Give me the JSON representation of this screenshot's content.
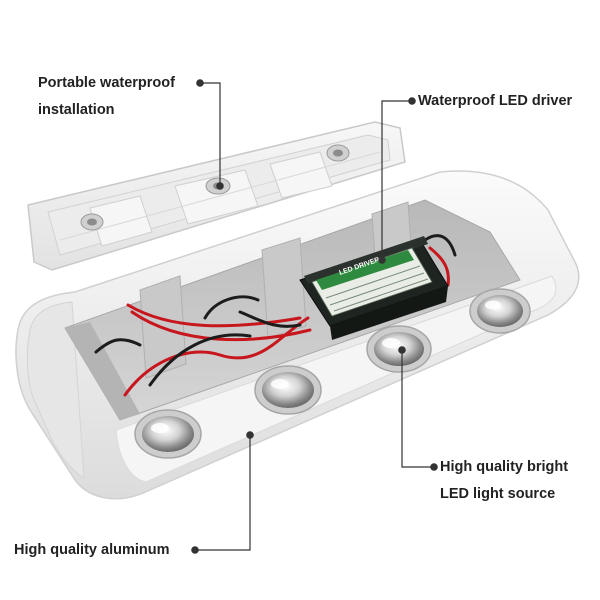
{
  "callouts": {
    "installation": {
      "line1": "Portable waterproof",
      "line2": "installation"
    },
    "driver": {
      "label": "Waterproof LED driver"
    },
    "led": {
      "line1": "High quality bright",
      "line2": "LED light source"
    },
    "aluminum": {
      "label": "High quality aluminum"
    }
  },
  "driver_box": {
    "label": "LED DRIVER"
  },
  "colors": {
    "housing": "#f1f1f1",
    "cavity": "#c4c4c4",
    "wire_red": "#c8161d",
    "wire_black": "#1c1c1c",
    "driver_body": "#1e2420",
    "driver_label": "#2e8a3e",
    "leader": "#333333"
  }
}
